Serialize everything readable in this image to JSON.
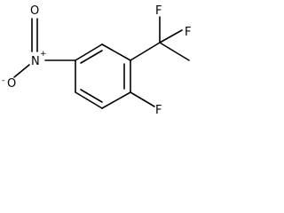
{
  "molecule": {
    "atoms": {
      "nitro_nitrogen": "N",
      "nitro_nitrogen_charge": "+",
      "nitro_oxygen_top": "O",
      "nitro_oxygen_bottom": "O",
      "nitro_oxygen_bottom_charge": "-",
      "cf2_fluorine_left": "F",
      "cf2_fluorine_right": "F",
      "ring_fluorine": "F"
    },
    "colors": {
      "bond": "#000000",
      "label": "#000000",
      "background": "#ffffff"
    }
  }
}
